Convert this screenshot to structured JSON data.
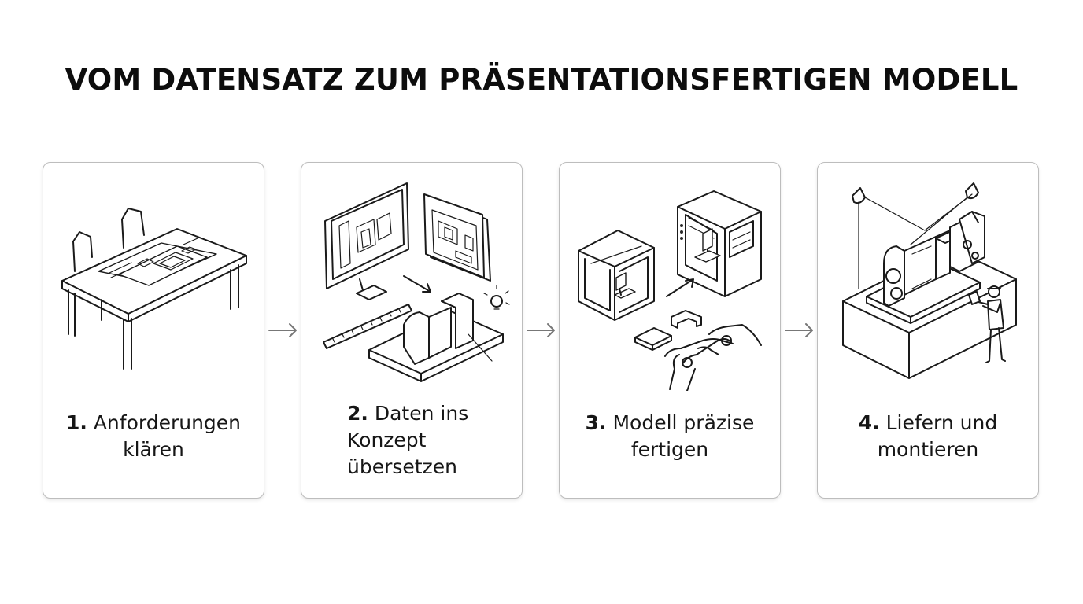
{
  "title": "VOM DATENSATZ ZUM PRÄSENTATIONSFERTIGEN MODELL",
  "steps": [
    {
      "number": "1.",
      "label_lines": [
        "Anforderungen",
        "klären"
      ],
      "icon": "table-with-plans-icon"
    },
    {
      "number": "2.",
      "label_lines": [
        "Daten ins",
        "Konzept",
        "übersetzen"
      ],
      "icon": "monitor-and-model-icon"
    },
    {
      "number": "3.",
      "label_lines": [
        "Modell präzise",
        "fertigen"
      ],
      "icon": "3d-printer-and-cnc-icon"
    },
    {
      "number": "4.",
      "label_lines": [
        "Liefern und",
        "montieren"
      ],
      "icon": "installation-icon"
    }
  ],
  "connector_icon": "arrow-right-icon"
}
